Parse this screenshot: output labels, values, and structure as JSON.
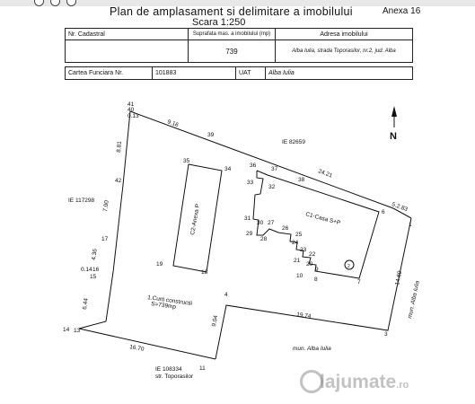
{
  "header": {
    "title": "Plan de amplasament si delimitare a imobilului",
    "annex": "Anexa 16",
    "scale": "Scara 1:250"
  },
  "table_top": {
    "cadastral_label": "Nr. Cadastral",
    "surface_label": "Suprafata mas. a imobilului (mp)",
    "surface_value": "739",
    "address_label": "Adresa imobilului",
    "address_value": "Alba Iulia, strada Toporasilor, nr.2, jud. Alba"
  },
  "table_bottom": {
    "cf_label": "Cartea Funciara Nr.",
    "cf_value": "101883",
    "uat_label": "UAT",
    "uat_value": "Alba Iulia"
  },
  "plan": {
    "north": "N",
    "neighbor_top": "IE 82659",
    "neighbor_left": "IE 117298",
    "neighbor_bottom": "IE 108334",
    "street": "str. Toporasilor",
    "mun_right": "mun. Alba Iulia",
    "mun_bottom": "mun. Alba Iulia",
    "building_c1": "C1-Casa S+P",
    "building_c2": "C2-Anexa P",
    "court_line1": "1.Curti constructii",
    "court_line2": "S=739mp",
    "circle_mark": "2",
    "distances": {
      "d1": "8.81",
      "d2": "9.16",
      "d3": "24.21",
      "d4": "5.2.83",
      "d5": "7.00",
      "d6": "4.36",
      "d7": "6.44",
      "d8": "16.70",
      "d9": "9.04",
      "d10": "19.74",
      "d11": "14.69",
      "d12": "0.14",
      "d13": "0.13"
    },
    "points": {
      "p1": "1",
      "p3": "3",
      "p4": "4",
      "p6": "6",
      "p7": "7",
      "p8": "8",
      "p9": "9",
      "p10": "10",
      "p11": "11",
      "p13": "13",
      "p14": "14",
      "p15": "15",
      "p16": "16",
      "p17": "17",
      "p18": "18",
      "p19": "19",
      "p20": "20",
      "p21": "21",
      "p22": "22",
      "p23": "23",
      "p24": "24",
      "p25": "25",
      "p26": "26",
      "p27": "27",
      "p28": "28",
      "p29": "29",
      "p30": "30",
      "p31": "31",
      "p32": "32",
      "p33": "33",
      "p34": "34",
      "p35": "35",
      "p36": "36",
      "p37": "37",
      "p38": "38",
      "p39": "39",
      "p40": "40",
      "p41": "41",
      "p42": "42"
    }
  },
  "watermark": {
    "brand": "lajumate",
    "suffix": ".ro"
  }
}
